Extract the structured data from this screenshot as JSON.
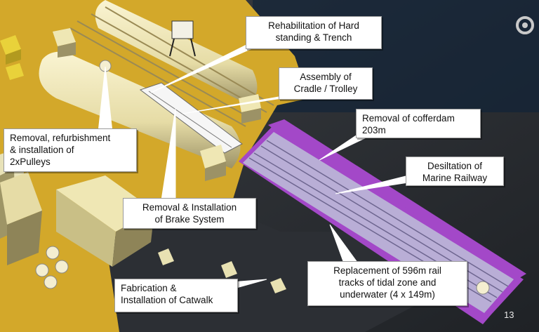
{
  "slide": {
    "page_number": "13",
    "callouts": {
      "hardstanding": [
        "Rehabilitation of Hard",
        "standing & Trench"
      ],
      "cradle": [
        "Assembly of",
        "Cradle / Trolley"
      ],
      "cofferdam": [
        "Removal of cofferdam",
        "203m"
      ],
      "desiltation": [
        "Desiltation of",
        "Marine Railway"
      ],
      "pulleys": [
        "Removal, refurbishment",
        "& installation of",
        "2xPulleys"
      ],
      "brake": [
        "Removal & Installation",
        "of Brake System"
      ],
      "catwalk": [
        "Fabrication &",
        "Installation of Catwalk"
      ],
      "rail": [
        "Replacement of 596m rail",
        "tracks of tidal zone and",
        "underwater (4 x 149m)"
      ]
    }
  },
  "colors": {
    "ground": "#d3a82a",
    "water": "#2a2e33",
    "railway": "#b9aed6",
    "cofferdam": "#a348c8",
    "building": "#efe7b4",
    "callout_bg": "#ffffff"
  },
  "icons": [
    "navigation-ring-icon"
  ]
}
